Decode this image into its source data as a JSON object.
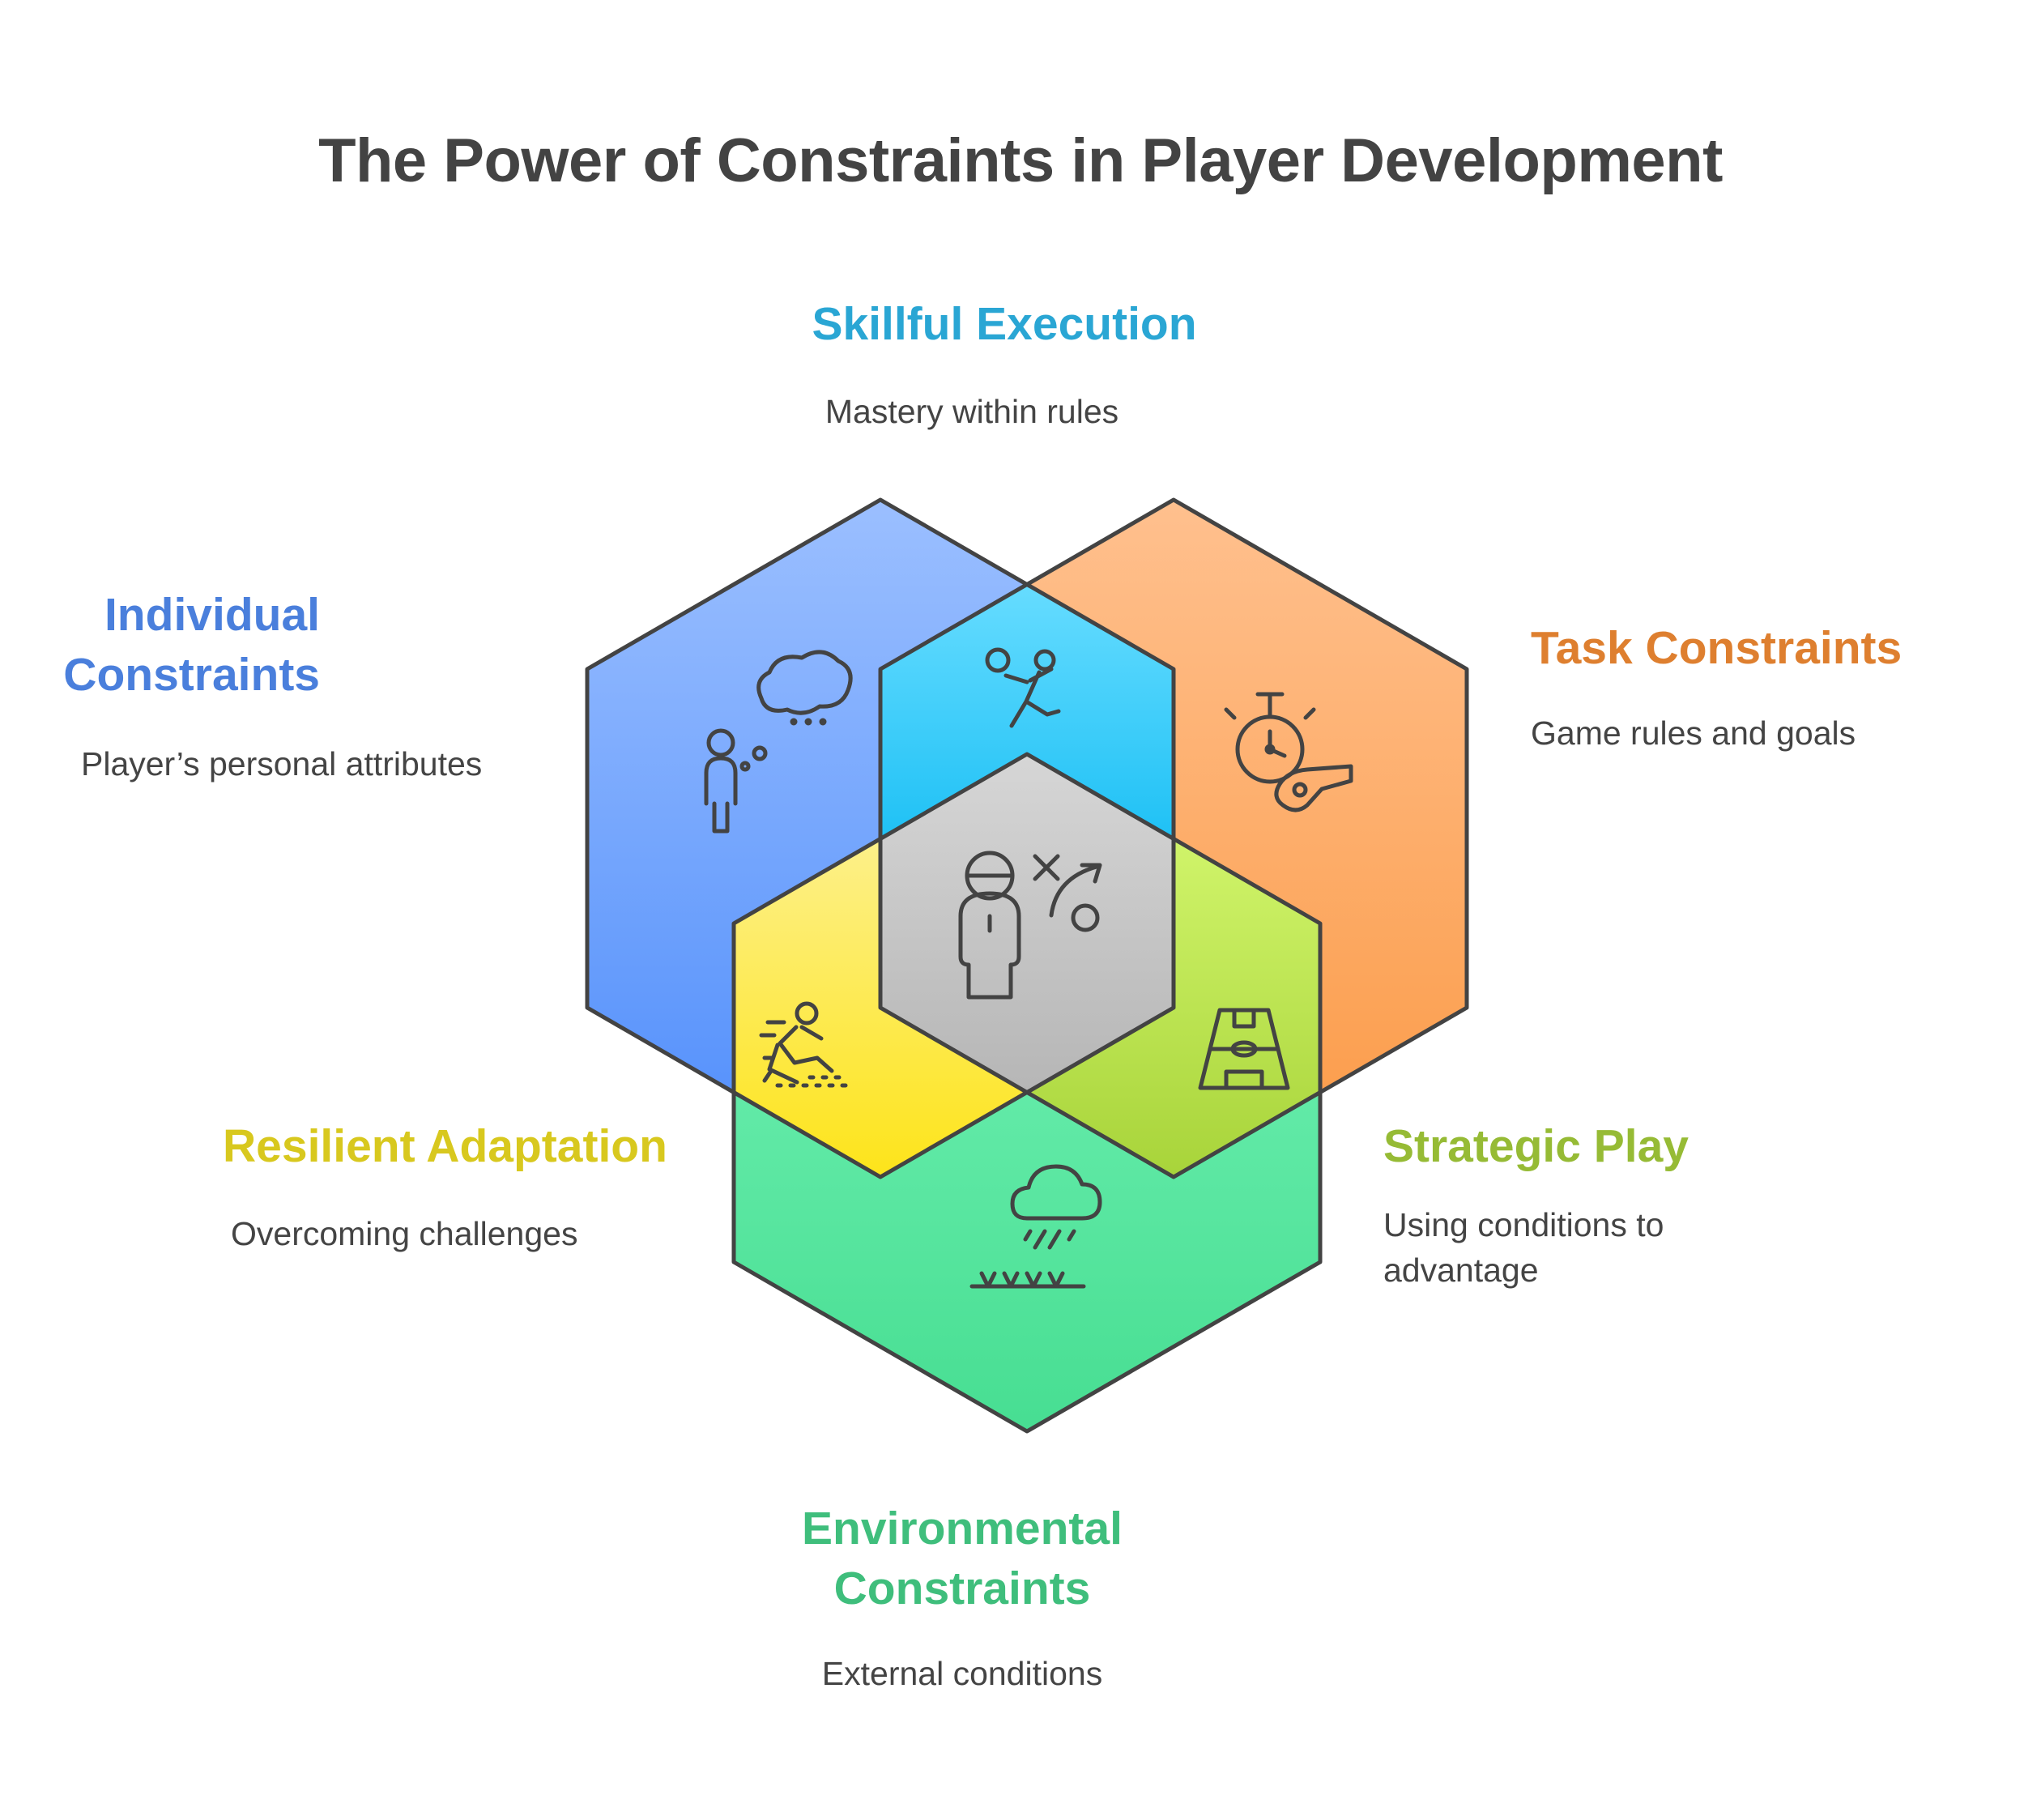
{
  "title": "The Power of Constraints in Player Development",
  "sections": {
    "skillful": {
      "heading": "Skillful Execution",
      "description": "Mastery within rules",
      "color": "#2aa6d4"
    },
    "individual": {
      "heading": "Individual Constraints",
      "heading_lines": [
        "Individual",
        "Constraints"
      ],
      "description": "Player’s personal attributes",
      "color": "#4a7fdc"
    },
    "task": {
      "heading": "Task Constraints",
      "description": "Game rules and goals",
      "color": "#de7f2f"
    },
    "resilient": {
      "heading": "Resilient Adaptation",
      "description": "Overcoming challenges",
      "color": "#d8c81e"
    },
    "strategic": {
      "heading": "Strategic Play",
      "description": "Using conditions to advantage",
      "description_lines": [
        "Using conditions to",
        "advantage"
      ],
      "color": "#96bb35"
    },
    "environmental": {
      "heading": "Environmental Constraints",
      "heading_lines": [
        "Environmental",
        "Constraints"
      ],
      "description": "External conditions",
      "color": "#3fbe7c"
    }
  },
  "hexagons": {
    "individual": {
      "color_top": "#9bbfff",
      "color_bottom": "#4f8dfb"
    },
    "task": {
      "color_top": "#ffc08e",
      "color_bottom": "#fb9a46"
    },
    "environmental": {
      "color_top": "#7df6bd",
      "color_bottom": "#47de92"
    },
    "overlap_skillful": {
      "color_top": "#66dcff",
      "color_bottom": "#1fc1f5"
    },
    "overlap_resilient": {
      "color_top": "#fdf08a",
      "color_bottom": "#fde41a"
    },
    "overlap_strategic": {
      "color_top": "#d0f46a",
      "color_bottom": "#a8d43a"
    },
    "center": {
      "color_top": "#d6d6d6",
      "color_bottom": "#b6b6b6"
    }
  },
  "icons": {
    "individual": "person-thinking-icon",
    "skillful": "player-kicking-ball-icon",
    "task": "stopwatch-whistle-icon",
    "center": "coach-tactics-icon",
    "resilient": "player-sliding-icon",
    "strategic": "soccer-field-icon",
    "environmental": "rain-cloud-grass-icon"
  },
  "stroke_color": "#434343"
}
